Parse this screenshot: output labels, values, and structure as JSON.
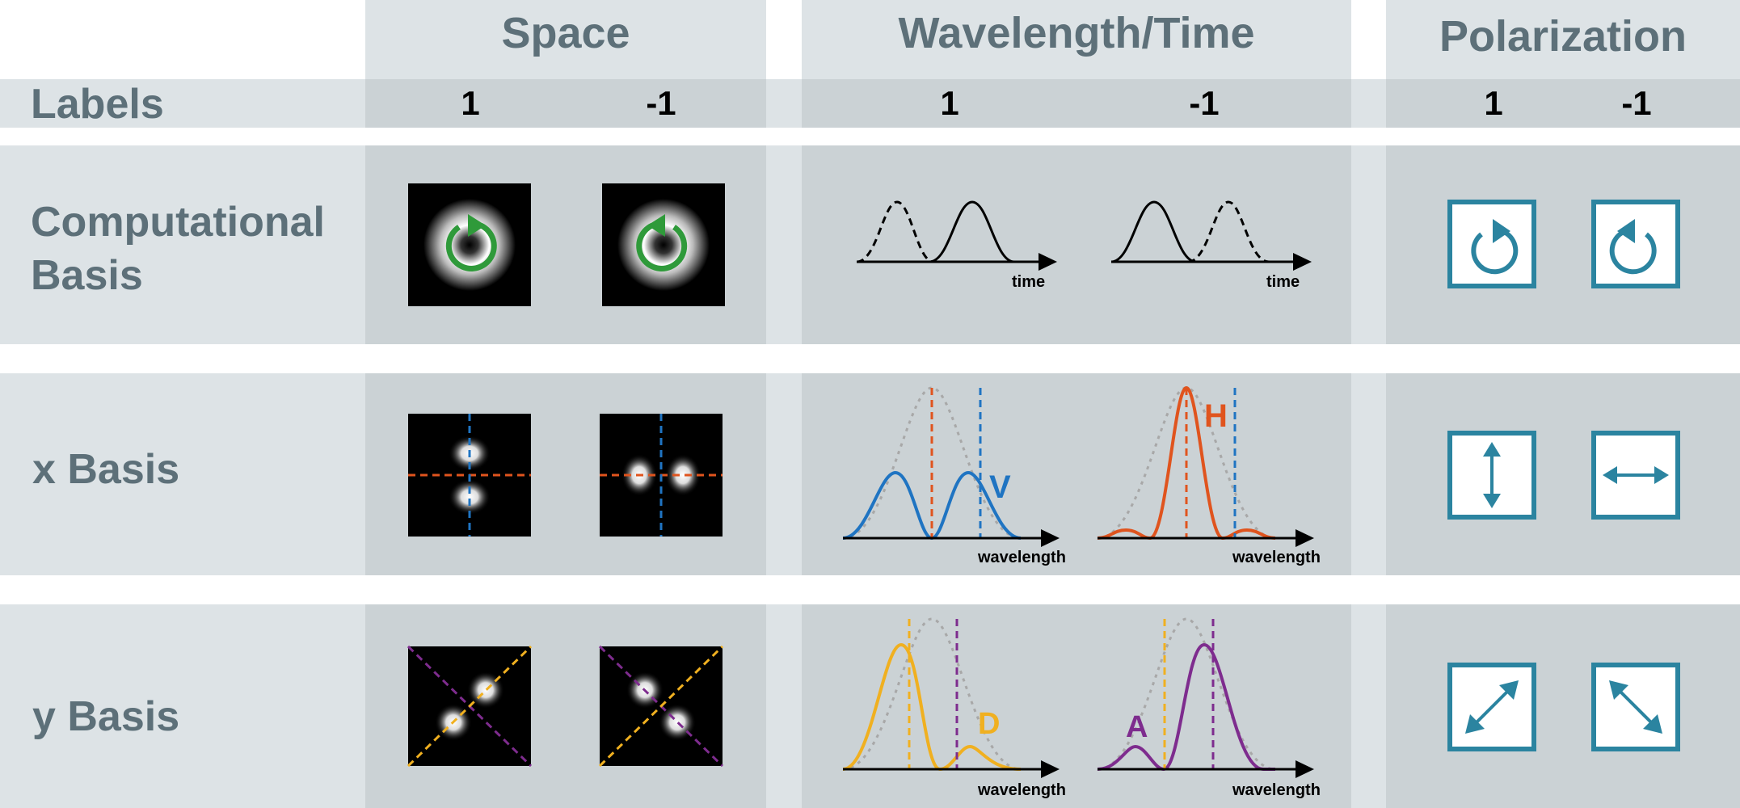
{
  "columns": {
    "space": "Space",
    "wavelength_time": "Wavelength/Time",
    "polarization": "Polarization"
  },
  "labels_row": {
    "title": "Labels",
    "plus": "1",
    "minus": "-1"
  },
  "rows": {
    "computational": {
      "line1": "Computational",
      "line2": "Basis"
    },
    "x": {
      "label": "x Basis"
    },
    "y": {
      "label": "y Basis"
    }
  },
  "axis_labels": {
    "time": "time",
    "wavelength": "wavelength"
  },
  "state_letters": {
    "V": "V",
    "H": "H",
    "D": "D",
    "A": "A"
  },
  "colors": {
    "header_text": "#5d7079",
    "band_light": "#dde3e6",
    "band_dark": "#cbd2d5",
    "polarization_blue": "#2b84a0",
    "green_arrow": "#2f9a3a",
    "blue": "#1f74c2",
    "orange": "#e0541e",
    "yellow": "#f0b020",
    "purple": "#7e2c8e",
    "guide_gray": "#a8a8a8"
  },
  "icons": {
    "space_comp_plus": "clockwise-circular-arrow-icon",
    "space_comp_minus": "counterclockwise-circular-arrow-icon",
    "pol_comp_plus": "clockwise-circular-arrow-icon",
    "pol_comp_minus": "counterclockwise-circular-arrow-icon",
    "pol_x_plus": "vertical-double-arrow-icon",
    "pol_x_minus": "horizontal-double-arrow-icon",
    "pol_y_plus": "diagonal-double-arrow-icon",
    "pol_y_minus": "antidiagonal-double-arrow-icon"
  }
}
